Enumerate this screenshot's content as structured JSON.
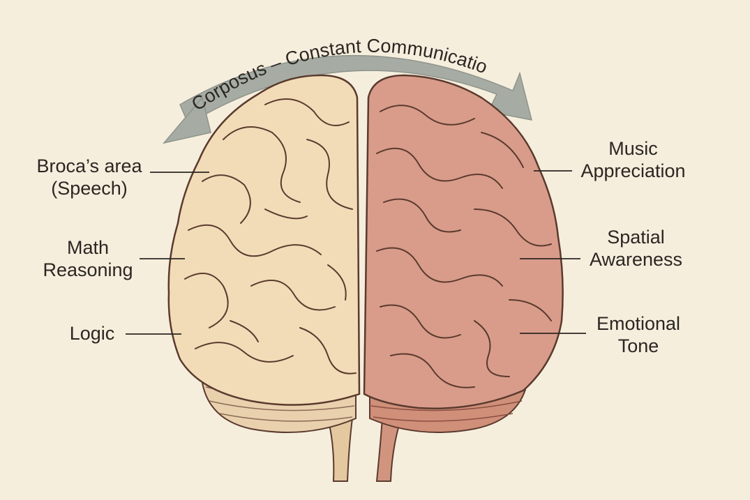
{
  "arrow": {
    "label": "Corposus – Constant Communication"
  },
  "left_hemisphere": {
    "labels": [
      {
        "lines": [
          "Broca’s area",
          "(Speech)"
        ]
      },
      {
        "lines": [
          "Math",
          "Reasoning"
        ]
      },
      {
        "lines": [
          "Logic"
        ]
      }
    ]
  },
  "right_hemisphere": {
    "labels": [
      {
        "lines": [
          "Music",
          "Appreciation"
        ]
      },
      {
        "lines": [
          "Spatial",
          "Awareness"
        ]
      },
      {
        "lines": [
          "Emotional",
          "Tone"
        ]
      }
    ]
  },
  "colors": {
    "background": "#f6eedd",
    "left_hemisphere": "#f2dcb8",
    "right_hemisphere": "#d99c8a",
    "arrow": "#a6aca3",
    "outline": "#5a3a2e"
  }
}
